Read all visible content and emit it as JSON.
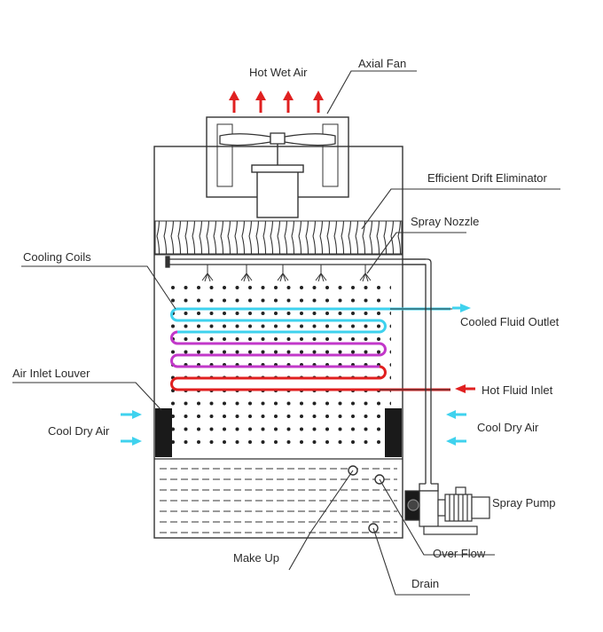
{
  "labels": {
    "hot_wet_air": "Hot Wet Air",
    "axial_fan": "Axial Fan",
    "efficient_drift_eliminator": "Efficient Drift Eliminator",
    "spray_nozzle": "Spray Nozzle",
    "cooling_coils": "Cooling Coils",
    "cooled_fluid_outlet": "Cooled Fluid Outlet",
    "air_inlet_louver": "Air Inlet Louver",
    "hot_fluid_inlet": "Hot Fluid Inlet",
    "cool_dry_air_left": "Cool Dry Air",
    "cool_dry_air_right": "Cool Dry Air",
    "spray_pump": "Spray Pump",
    "make_up": "Make Up",
    "over_flow": "Over Flow",
    "drain": "Drain"
  },
  "colors": {
    "hot_air_arrow": "#e02020",
    "cool_air_arrow": "#3fd2ee",
    "cooled_coil": "#3fd2ee",
    "middle_coil": "#c238c9",
    "hot_coil": "#e02020",
    "outline": "#2b2b2b"
  }
}
